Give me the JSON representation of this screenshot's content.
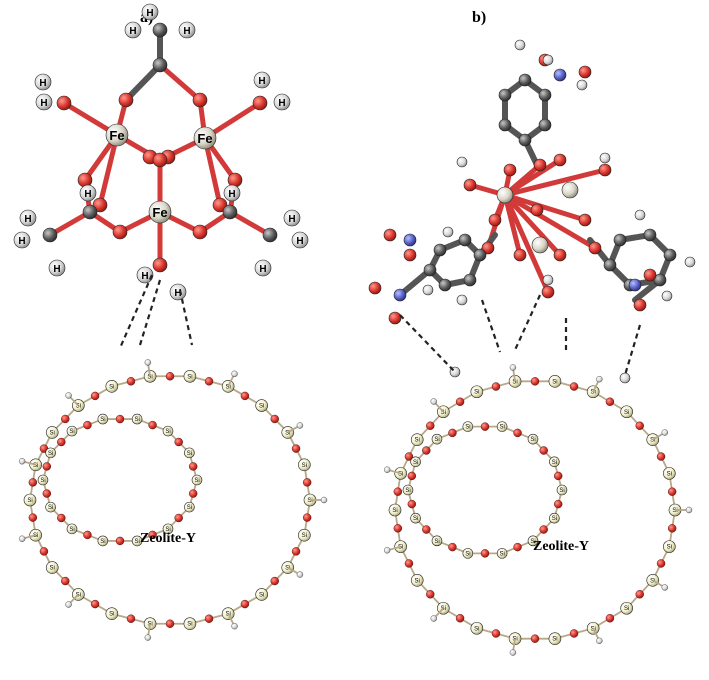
{
  "panels": {
    "a": {
      "label": "a)",
      "zeolite_label": "Zeolite-Y",
      "atom_labels": {
        "fe1": "Fe",
        "fe2": "Fe",
        "fe3": "Fe",
        "h": "H",
        "si": "Si"
      }
    },
    "b": {
      "label": "b)",
      "zeolite_label": "Zeolite-Y",
      "atom_labels": {
        "si": "Si"
      }
    }
  },
  "colors": {
    "oxygen": "#d9342b",
    "carbon": "#5a5a5a",
    "hydrogen": "#d8d8d8",
    "iron": "#d9d6c8",
    "silicon": "#f2f0c8",
    "nitrogen": "#5560c8",
    "zeolite_bond": "#b8a888"
  }
}
